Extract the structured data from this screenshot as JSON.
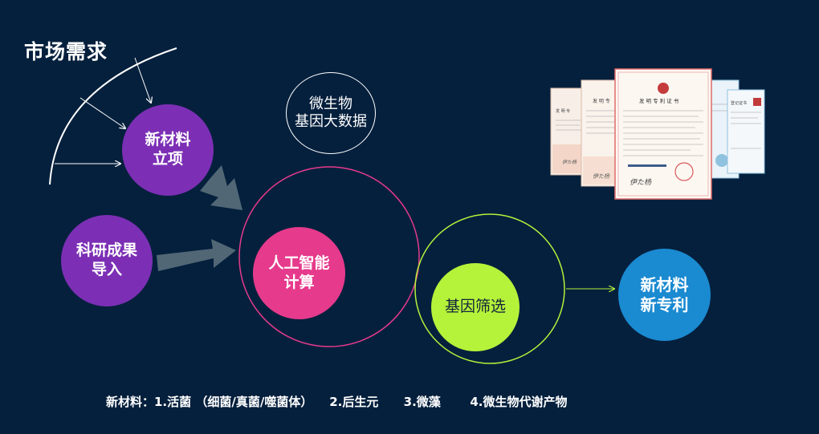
{
  "title": "市场需求",
  "nodes": {
    "material": {
      "line1": "新材料",
      "line2": "立项"
    },
    "research": {
      "line1": "科研成果",
      "line2": "导入"
    },
    "bigdata": {
      "line1": "微生物",
      "line2": "基因大数据"
    },
    "ai": {
      "line1": "人工智能",
      "line2": "计算"
    },
    "screen": {
      "label": "基因筛选"
    },
    "patent": {
      "line1": "新材料",
      "line2": "新专利"
    }
  },
  "footnote": "新材料：1.活菌 （细菌/真菌/噬菌体）    2.后生元      3.微藻       4.微生物代谢产物",
  "documents": {
    "center_heading": "发 明 专 利 证 书",
    "left_heading": "发 明 专",
    "far_left_heading": "发 明 专",
    "right_heading": "登记证书"
  },
  "colors": {
    "background": "#05203d",
    "purple": "#7c2fb5",
    "pink": "#e63a8c",
    "lime": "#b5f23a",
    "blue": "#1a8ad1",
    "arrow": "#516775"
  }
}
